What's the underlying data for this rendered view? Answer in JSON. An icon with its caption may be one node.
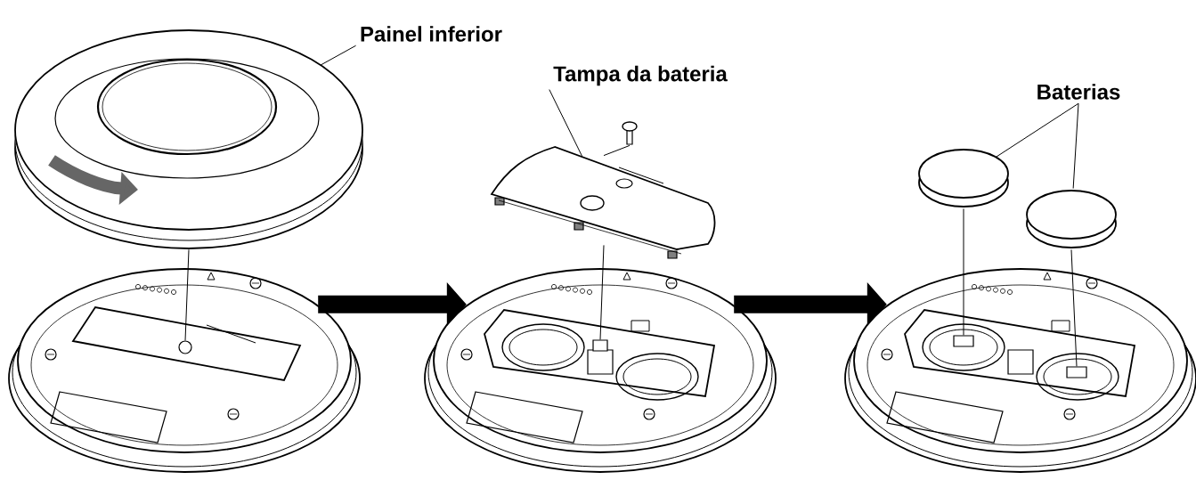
{
  "diagram": {
    "nodes": [
      {
        "text": [
          "Painel inferior"
        ]
      },
      {
        "text": [],
        "shape": "picture"
      },
      {
        "text": [],
        "shape": "picture"
      },
      {
        "text": [],
        "shape": "circle",
        "in": 2
      },
      {
        "text": [
          "Tampa da bateria"
        ]
      },
      {
        "text": [],
        "shape": "picture"
      },
      {
        "text": [],
        "shape": "picture"
      },
      {
        "text": [],
        "shape": "picture"
      },
      {
        "text": [],
        "shape": "box",
        "in": 7
      },
      {
        "text": [
          "Baterias"
        ]
      },
      {
        "text": [],
        "shape": "cylinder"
      },
      {
        "text": [],
        "shape": "cylinder"
      },
      {
        "text": [],
        "shape": "picture"
      },
      {
        "text": [],
        "shape": "box",
        "in": 12
      },
      {
        "text": [],
        "shape": "box",
        "in": 12
      }
    ],
    "edges": [
      {
        "from": 0,
        "to": 1,
        "arrow": "none"
      },
      {
        "from": 1,
        "to": 3,
        "arrow": "none"
      },
      {
        "from": 2,
        "to": 7,
        "arrow": "to",
        "style": "thick"
      },
      {
        "from": 4,
        "to": 6,
        "arrow": "none"
      },
      {
        "from": 5,
        "to": 6,
        "arrow": "none"
      },
      {
        "from": 6,
        "to": 8,
        "arrow": "none"
      },
      {
        "from": 7,
        "to": 12,
        "arrow": "to",
        "style": "thick"
      },
      {
        "from": 9,
        "to": 10,
        "arrow": "none"
      },
      {
        "from": 9,
        "to": 11,
        "arrow": "none"
      },
      {
        "from": 10,
        "to": 13,
        "arrow": "none"
      },
      {
        "from": 11,
        "to": 14,
        "arrow": "none"
      }
    ]
  }
}
